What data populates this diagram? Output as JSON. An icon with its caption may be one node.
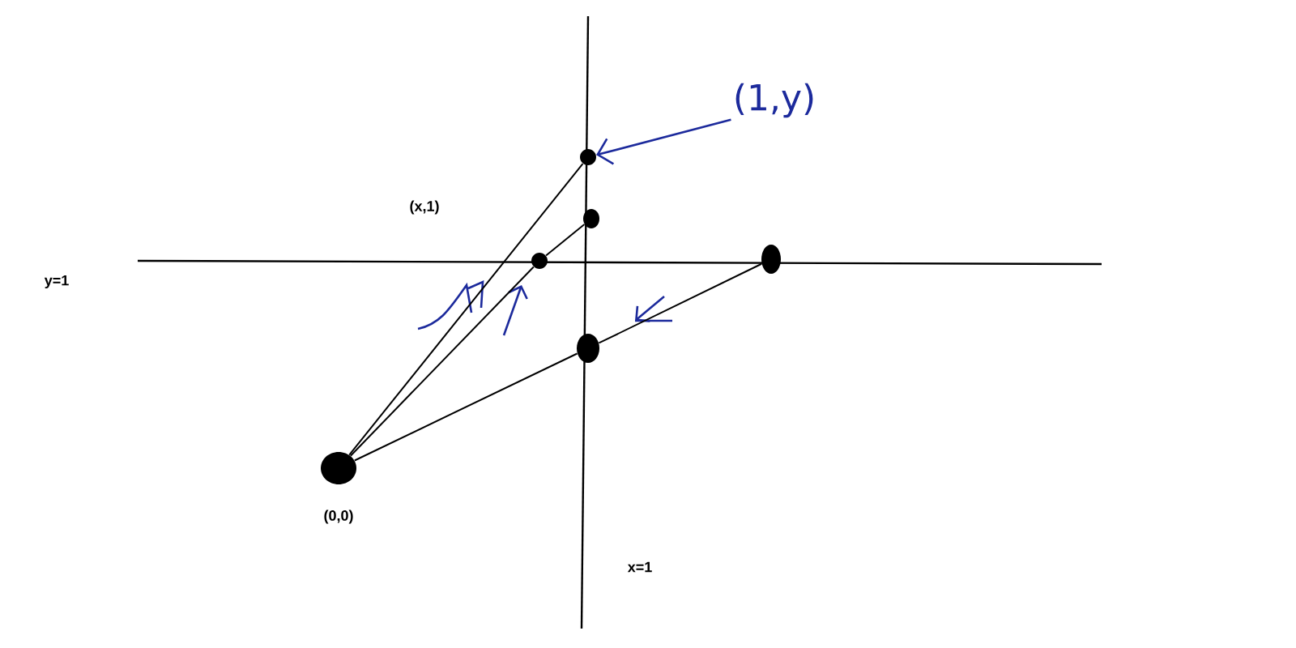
{
  "diagram": {
    "nodes": [
      {
        "text": [],
        "shape": "circle",
        "beside": [
          "(0,0)"
        ]
      },
      {
        "text": [],
        "shape": "circle"
      },
      {
        "text": [],
        "shape": "circle"
      },
      {
        "text": [],
        "shape": "circle"
      },
      {
        "text": [],
        "shape": "circle"
      },
      {
        "text": [],
        "shape": "circle"
      },
      {
        "text": [
          "(1,y)"
        ]
      }
    ],
    "edges": [
      {
        "from": 0,
        "to": 1,
        "arrow": "none"
      },
      {
        "from": 0,
        "to": 3,
        "arrow": "none"
      },
      {
        "from": 3,
        "to": 2,
        "arrow": "none"
      },
      {
        "from": 4,
        "to": 5,
        "arrow": "none"
      },
      {
        "from": 5,
        "to": 0,
        "arrow": "none"
      },
      {
        "from": 6,
        "to": 1,
        "arrow": "to",
        "color": "#1c2a9c"
      }
    ],
    "labels": [
      "(x,1)",
      "y=1",
      "x=1"
    ]
  }
}
